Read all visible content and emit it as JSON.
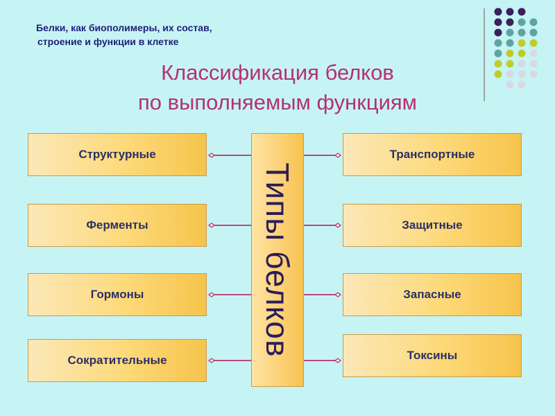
{
  "header": {
    "line1": "Белки, как биополимеры, их состав,",
    "line2": "строение и функции в клетке"
  },
  "title": {
    "line1": "Классификация белков",
    "line2": "по выполняемым функциям"
  },
  "center_label": "Типы белков",
  "left_items": [
    "Структурные",
    "Ферменты",
    "Гормоны",
    "Сократительные"
  ],
  "right_items": [
    "Транспортные",
    "Защитные",
    "Запасные",
    "Токсины"
  ],
  "colors": {
    "background": "#c6f4f4",
    "connector": "#b5316f",
    "dot_purple": "#3b1f5c",
    "dot_teal": "#5fa3a3",
    "dot_lime": "#c1cc2b",
    "dot_lavender": "#d8d8e6"
  }
}
